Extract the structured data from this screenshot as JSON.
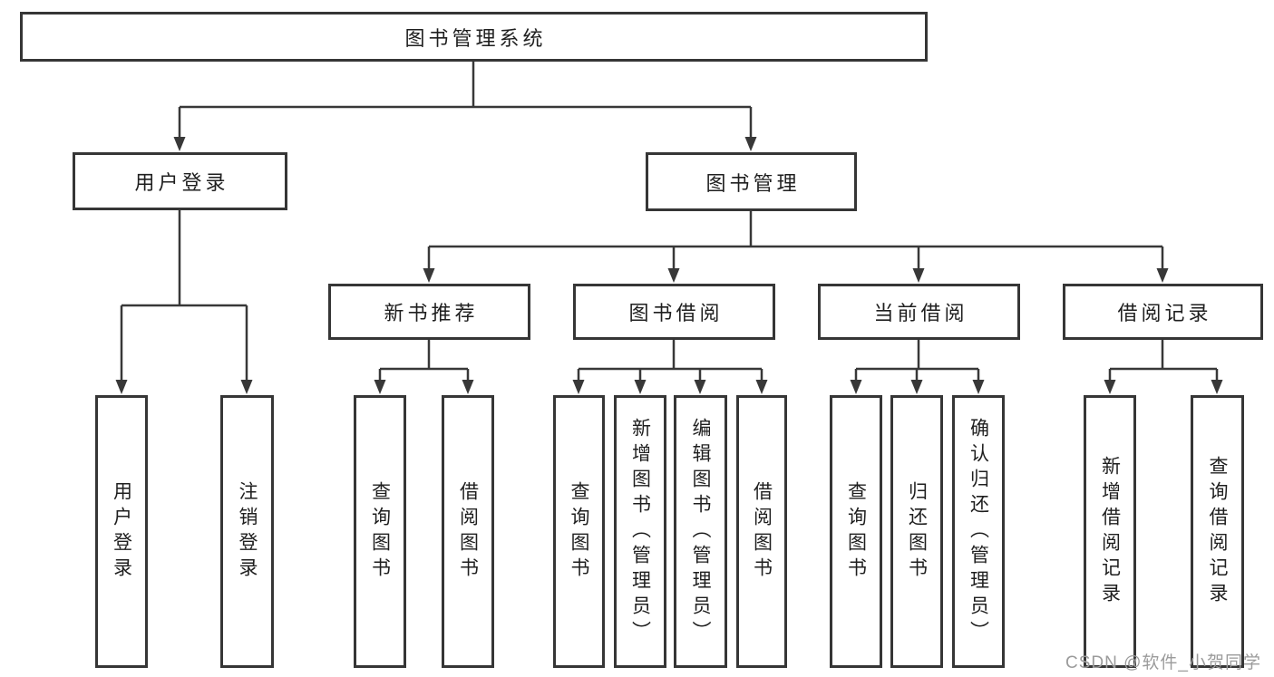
{
  "diagram": {
    "root": {
      "label": "图书管理系统"
    },
    "user_login": {
      "label": "用户登录",
      "children": [
        {
          "label": "用户登录"
        },
        {
          "label": "注销登录"
        }
      ]
    },
    "book_mgmt": {
      "label": "图书管理",
      "sections": [
        {
          "label": "新书推荐",
          "children": [
            {
              "label": "查询图书"
            },
            {
              "label": "借阅图书"
            }
          ]
        },
        {
          "label": "图书借阅",
          "children": [
            {
              "label": "查询图书"
            },
            {
              "label": "新增图书（管理员）"
            },
            {
              "label": "编辑图书（管理员）"
            },
            {
              "label": "借阅图书"
            }
          ]
        },
        {
          "label": "当前借阅",
          "children": [
            {
              "label": "查询图书"
            },
            {
              "label": "归还图书"
            },
            {
              "label": "确认归还（管理员）"
            }
          ]
        },
        {
          "label": "借阅记录",
          "children": [
            {
              "label": "新增借阅记录"
            },
            {
              "label": "查询借阅记录"
            }
          ]
        }
      ]
    },
    "line_color": "#383838"
  },
  "watermark": {
    "text": "CSDN @软件_小贺同学"
  }
}
